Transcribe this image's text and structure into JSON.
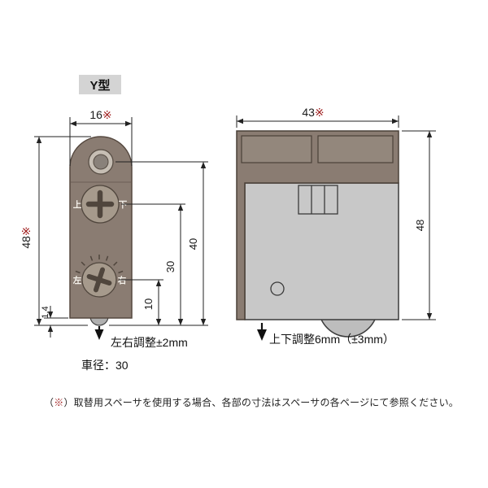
{
  "colors": {
    "body_brown": "#8a7c72",
    "body_gray": "#c8c8c8",
    "inset_brown": "#93877c",
    "ref_red": "#9e1b1b"
  },
  "title": {
    "label": "Y型"
  },
  "front_view": {
    "dim_width": "16",
    "dim_width_ref": "※",
    "dim_height": "48",
    "dim_height_ref": "※",
    "dim_hole_to_bottom": "40",
    "dim_upper_screw_to_bottom": "30",
    "dim_lower_screw_to_bottom": "10",
    "dim_wheel_protrusion": "1.4",
    "screw_upper_label_left": "上",
    "screw_upper_label_right": "下",
    "screw_lower_label_left": "左",
    "screw_lower_label_right": "右",
    "caption_adjust": "左右調整±2mm",
    "caption_wheel_diameter": "車径：30"
  },
  "side_view": {
    "dim_width": "43",
    "dim_width_ref": "※",
    "dim_height": "48",
    "caption_adjust": "上下調整6mm（±3mm）"
  },
  "footnote": {
    "open": "（",
    "ref": "※",
    "rest": "）取替用スペーサを使用する場合、各部の寸法はスペーサの各ページにて参照ください。"
  }
}
